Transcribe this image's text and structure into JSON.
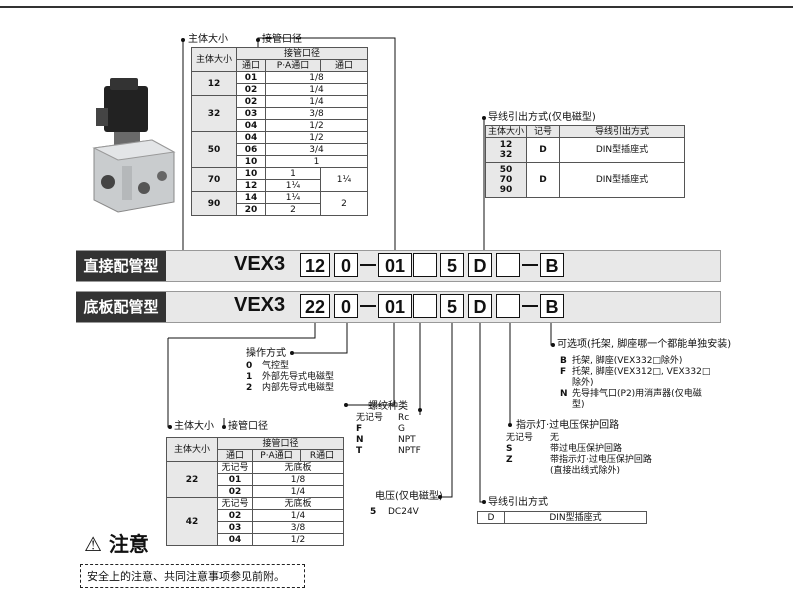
{
  "body_size_label": "主体大小",
  "port_size_label": "接管口径",
  "top_table": {
    "headers": [
      "主体大小",
      "接管口径",
      "通口",
      "P·A通口",
      "通口"
    ],
    "rows": [
      {
        "size": "12",
        "port": "01",
        "pa": "1/8",
        "other": ""
      },
      {
        "size": "",
        "port": "02",
        "pa": "1/4",
        "other": ""
      },
      {
        "size": "32",
        "port": "02",
        "pa": "1/4",
        "other": ""
      },
      {
        "size": "",
        "port": "03",
        "pa": "3/8",
        "other": ""
      },
      {
        "size": "",
        "port": "04",
        "pa": "1/2",
        "other": ""
      },
      {
        "size": "50",
        "port": "04",
        "pa": "1/2",
        "other": ""
      },
      {
        "size": "",
        "port": "06",
        "pa": "3/4",
        "other": ""
      },
      {
        "size": "",
        "port": "10",
        "pa": "1",
        "other": ""
      },
      {
        "size": "70",
        "port": "10",
        "pa": "1",
        "other": "1¼"
      },
      {
        "size": "",
        "port": "12",
        "pa": "1¼",
        "other": ""
      },
      {
        "size": "90",
        "port": "14",
        "pa": "1¼",
        "other": "2"
      },
      {
        "size": "",
        "port": "20",
        "pa": "2",
        "other": ""
      }
    ]
  },
  "wiring": {
    "title": "导线引出方式(仅电磁型)",
    "headers": [
      "主体大小",
      "记号",
      "导线引出方式"
    ],
    "rows": [
      {
        "size": "12\n32",
        "code": "D",
        "desc": "DIN型插座式"
      },
      {
        "size": "50\n70\n90",
        "code": "D",
        "desc": "DIN型插座式"
      }
    ]
  },
  "models": [
    {
      "type": "直接配管型",
      "prefix": "VEX3",
      "size": "12",
      "op": "0",
      "port": "01",
      "thread": "",
      "voltage": "5",
      "wire": "D",
      "light": "",
      "option": "B"
    },
    {
      "type": "底板配管型",
      "prefix": "VEX3",
      "size": "22",
      "op": "0",
      "port": "01",
      "thread": "",
      "voltage": "5",
      "wire": "D",
      "light": "",
      "option": "B"
    }
  ],
  "operation": {
    "title": "操作方式",
    "items": [
      {
        "code": "0",
        "desc": "气控型"
      },
      {
        "code": "1",
        "desc": "外部先导式电磁型"
      },
      {
        "code": "2",
        "desc": "内部先导式电磁型"
      }
    ]
  },
  "thread": {
    "title": "螺纹种类",
    "items": [
      {
        "code": "无记号",
        "desc": "Rc"
      },
      {
        "code": "F",
        "desc": "G"
      },
      {
        "code": "N",
        "desc": "NPT"
      },
      {
        "code": "T",
        "desc": "NPTF"
      }
    ]
  },
  "voltage": {
    "title": "电压(仅电磁型)",
    "items": [
      {
        "code": "5",
        "desc": "DC24V"
      }
    ]
  },
  "indicator": {
    "title": "指示灯·过电压保护回路",
    "items": [
      {
        "code": "无记号",
        "desc": "无"
      },
      {
        "code": "S",
        "desc": "带过电压保护回路"
      },
      {
        "code": "Z",
        "desc": "带指示灯·过电压保护回路"
      },
      {
        "code": "",
        "desc": "(直接出线式除外)"
      }
    ]
  },
  "wiring2": {
    "title": "导线引出方式",
    "code": "D",
    "desc": "DIN型插座式"
  },
  "options": {
    "title": "可选项(托架, 脚座哪一个都能单独安装)",
    "items": [
      {
        "code": "B",
        "desc": "托架, 脚座(VEX332□除外)"
      },
      {
        "code": "F",
        "desc": "托架, 脚座(VEX312□, VEX332□除外)"
      },
      {
        "code": "N",
        "desc": "先导排气口(P2)用消声器(仅电磁型)"
      }
    ]
  },
  "bottom_table": {
    "headers": [
      "主体大小",
      "接管口径",
      "通口",
      "P·A通口",
      "R通口"
    ],
    "rows": [
      {
        "size": "22",
        "port": "无记号",
        "pa": "无底板",
        "r": ""
      },
      {
        "size": "",
        "port": "01",
        "pa": "1/8",
        "r": ""
      },
      {
        "size": "",
        "port": "02",
        "pa": "1/4",
        "r": ""
      },
      {
        "size": "42",
        "port": "无记号",
        "pa": "无底板",
        "r": ""
      },
      {
        "size": "",
        "port": "02",
        "pa": "1/4",
        "r": ""
      },
      {
        "size": "",
        "port": "03",
        "pa": "3/8",
        "r": ""
      },
      {
        "size": "",
        "port": "04",
        "pa": "1/2",
        "r": ""
      }
    ]
  },
  "caution": {
    "title": "注意",
    "text": "安全上的注意、共同注意事项参见前附。"
  }
}
